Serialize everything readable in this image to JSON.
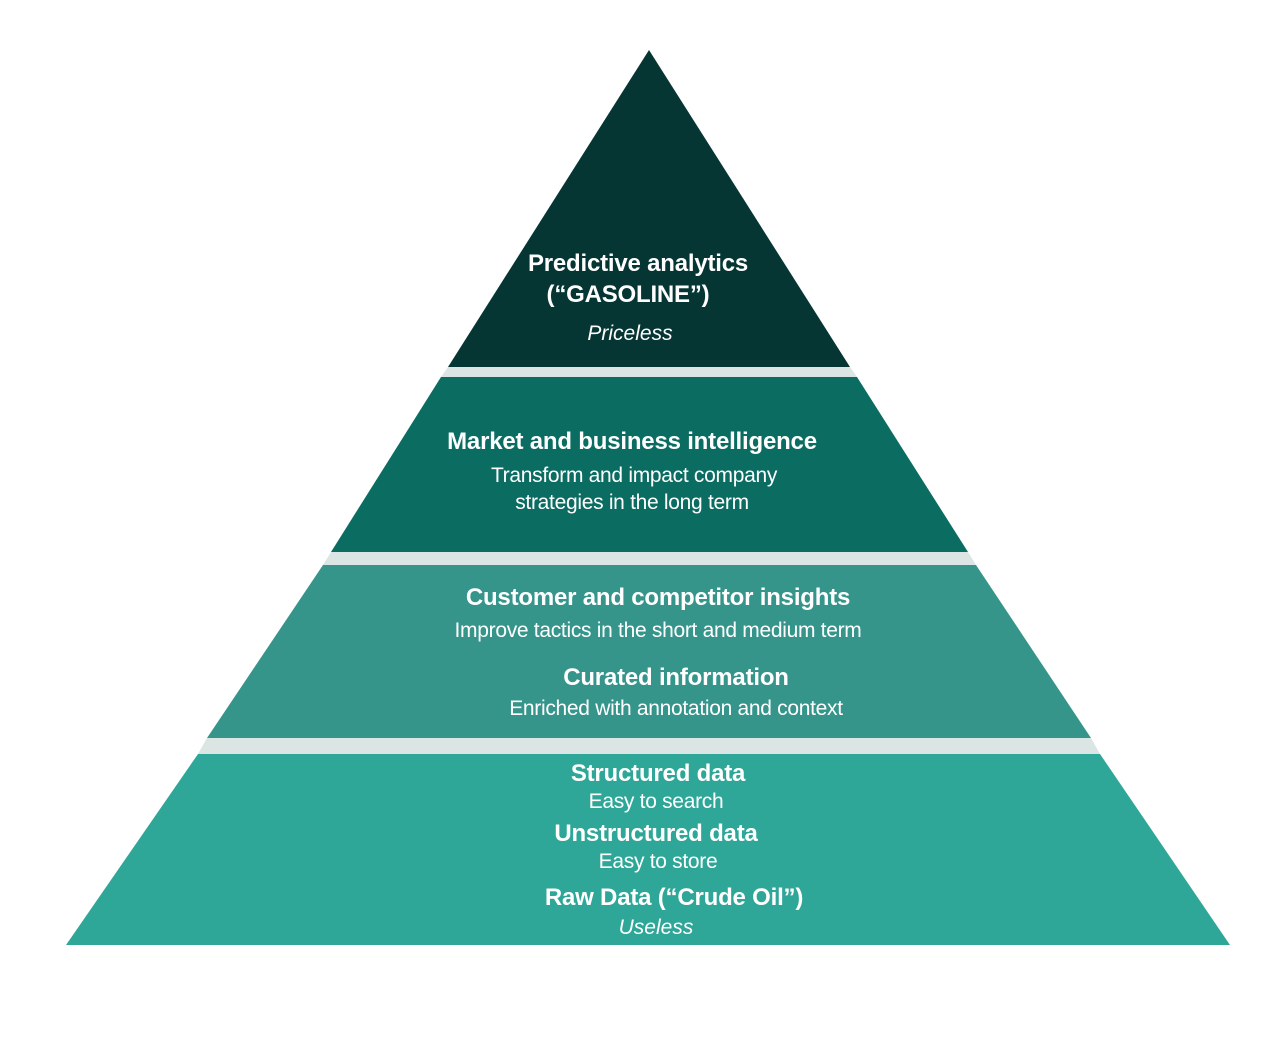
{
  "colors": {
    "tier1": "#053633",
    "tier2": "#0b6c62",
    "tier3": "#35958b",
    "tier4": "#2fa798",
    "gap": "#dbe5e3",
    "text": "#ffffff"
  },
  "tiers": [
    {
      "title_line1": "Predictive analytics",
      "title_line2": "(“GASOLINE”)",
      "value": "Priceless"
    },
    {
      "title": "Market and business intelligence",
      "desc_line1": "Transform and impact company",
      "desc_line2": "strategies in the long term"
    },
    {
      "title_a": "Customer and competitor insights",
      "desc_a": "Improve tactics in the short and medium term",
      "title_b": "Curated information",
      "desc_b": "Enriched with annotation and context"
    },
    {
      "title_a": "Structured data",
      "desc_a": "Easy to search",
      "title_b": "Unstructured data",
      "desc_b": "Easy to store",
      "title_c": "Raw Data (“Crude Oil”)",
      "value": "Useless"
    }
  ]
}
